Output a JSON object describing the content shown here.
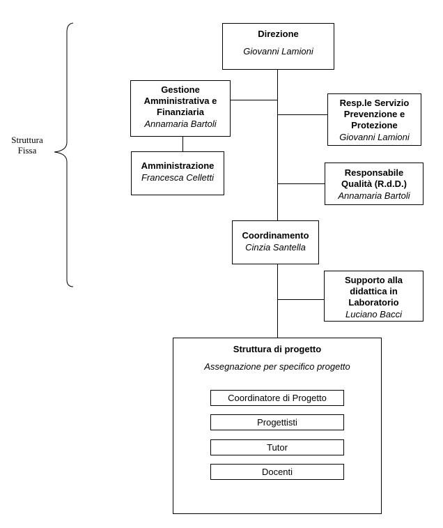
{
  "colors": {
    "line": "#000000",
    "background": "#ffffff",
    "text": "#000000"
  },
  "side_label": {
    "line1": "Struttura",
    "line2": "Fissa"
  },
  "boxes": {
    "direzione": {
      "title": "Direzione",
      "person": "Giovanni Lamioni"
    },
    "gestione": {
      "title": "Gestione Amministrativa e Finanziaria",
      "person": "Annamaria Bartoli"
    },
    "amministrazione": {
      "title": "Amministrazione",
      "person": "Francesca Celletti"
    },
    "prevenzione": {
      "title": "Resp.le Servizio Prevenzione e Protezione",
      "person": "Giovanni Lamioni"
    },
    "qualita": {
      "title": "Responsabile Qualità (R.d.D.)",
      "person": "Annamaria Bartoli"
    },
    "coordinamento": {
      "title": "Coordinamento",
      "person": "Cinzia Santella"
    },
    "supporto": {
      "title": "Supporto alla didattica  in Laboratorio",
      "person": "Luciano Bacci"
    },
    "progetto": {
      "title": "Struttura di progetto",
      "subtitle": "Assegnazione per specifico progetto",
      "roles": [
        "Coordinatore di Progetto",
        "Progettisti",
        "Tutor",
        "Docenti"
      ]
    }
  }
}
